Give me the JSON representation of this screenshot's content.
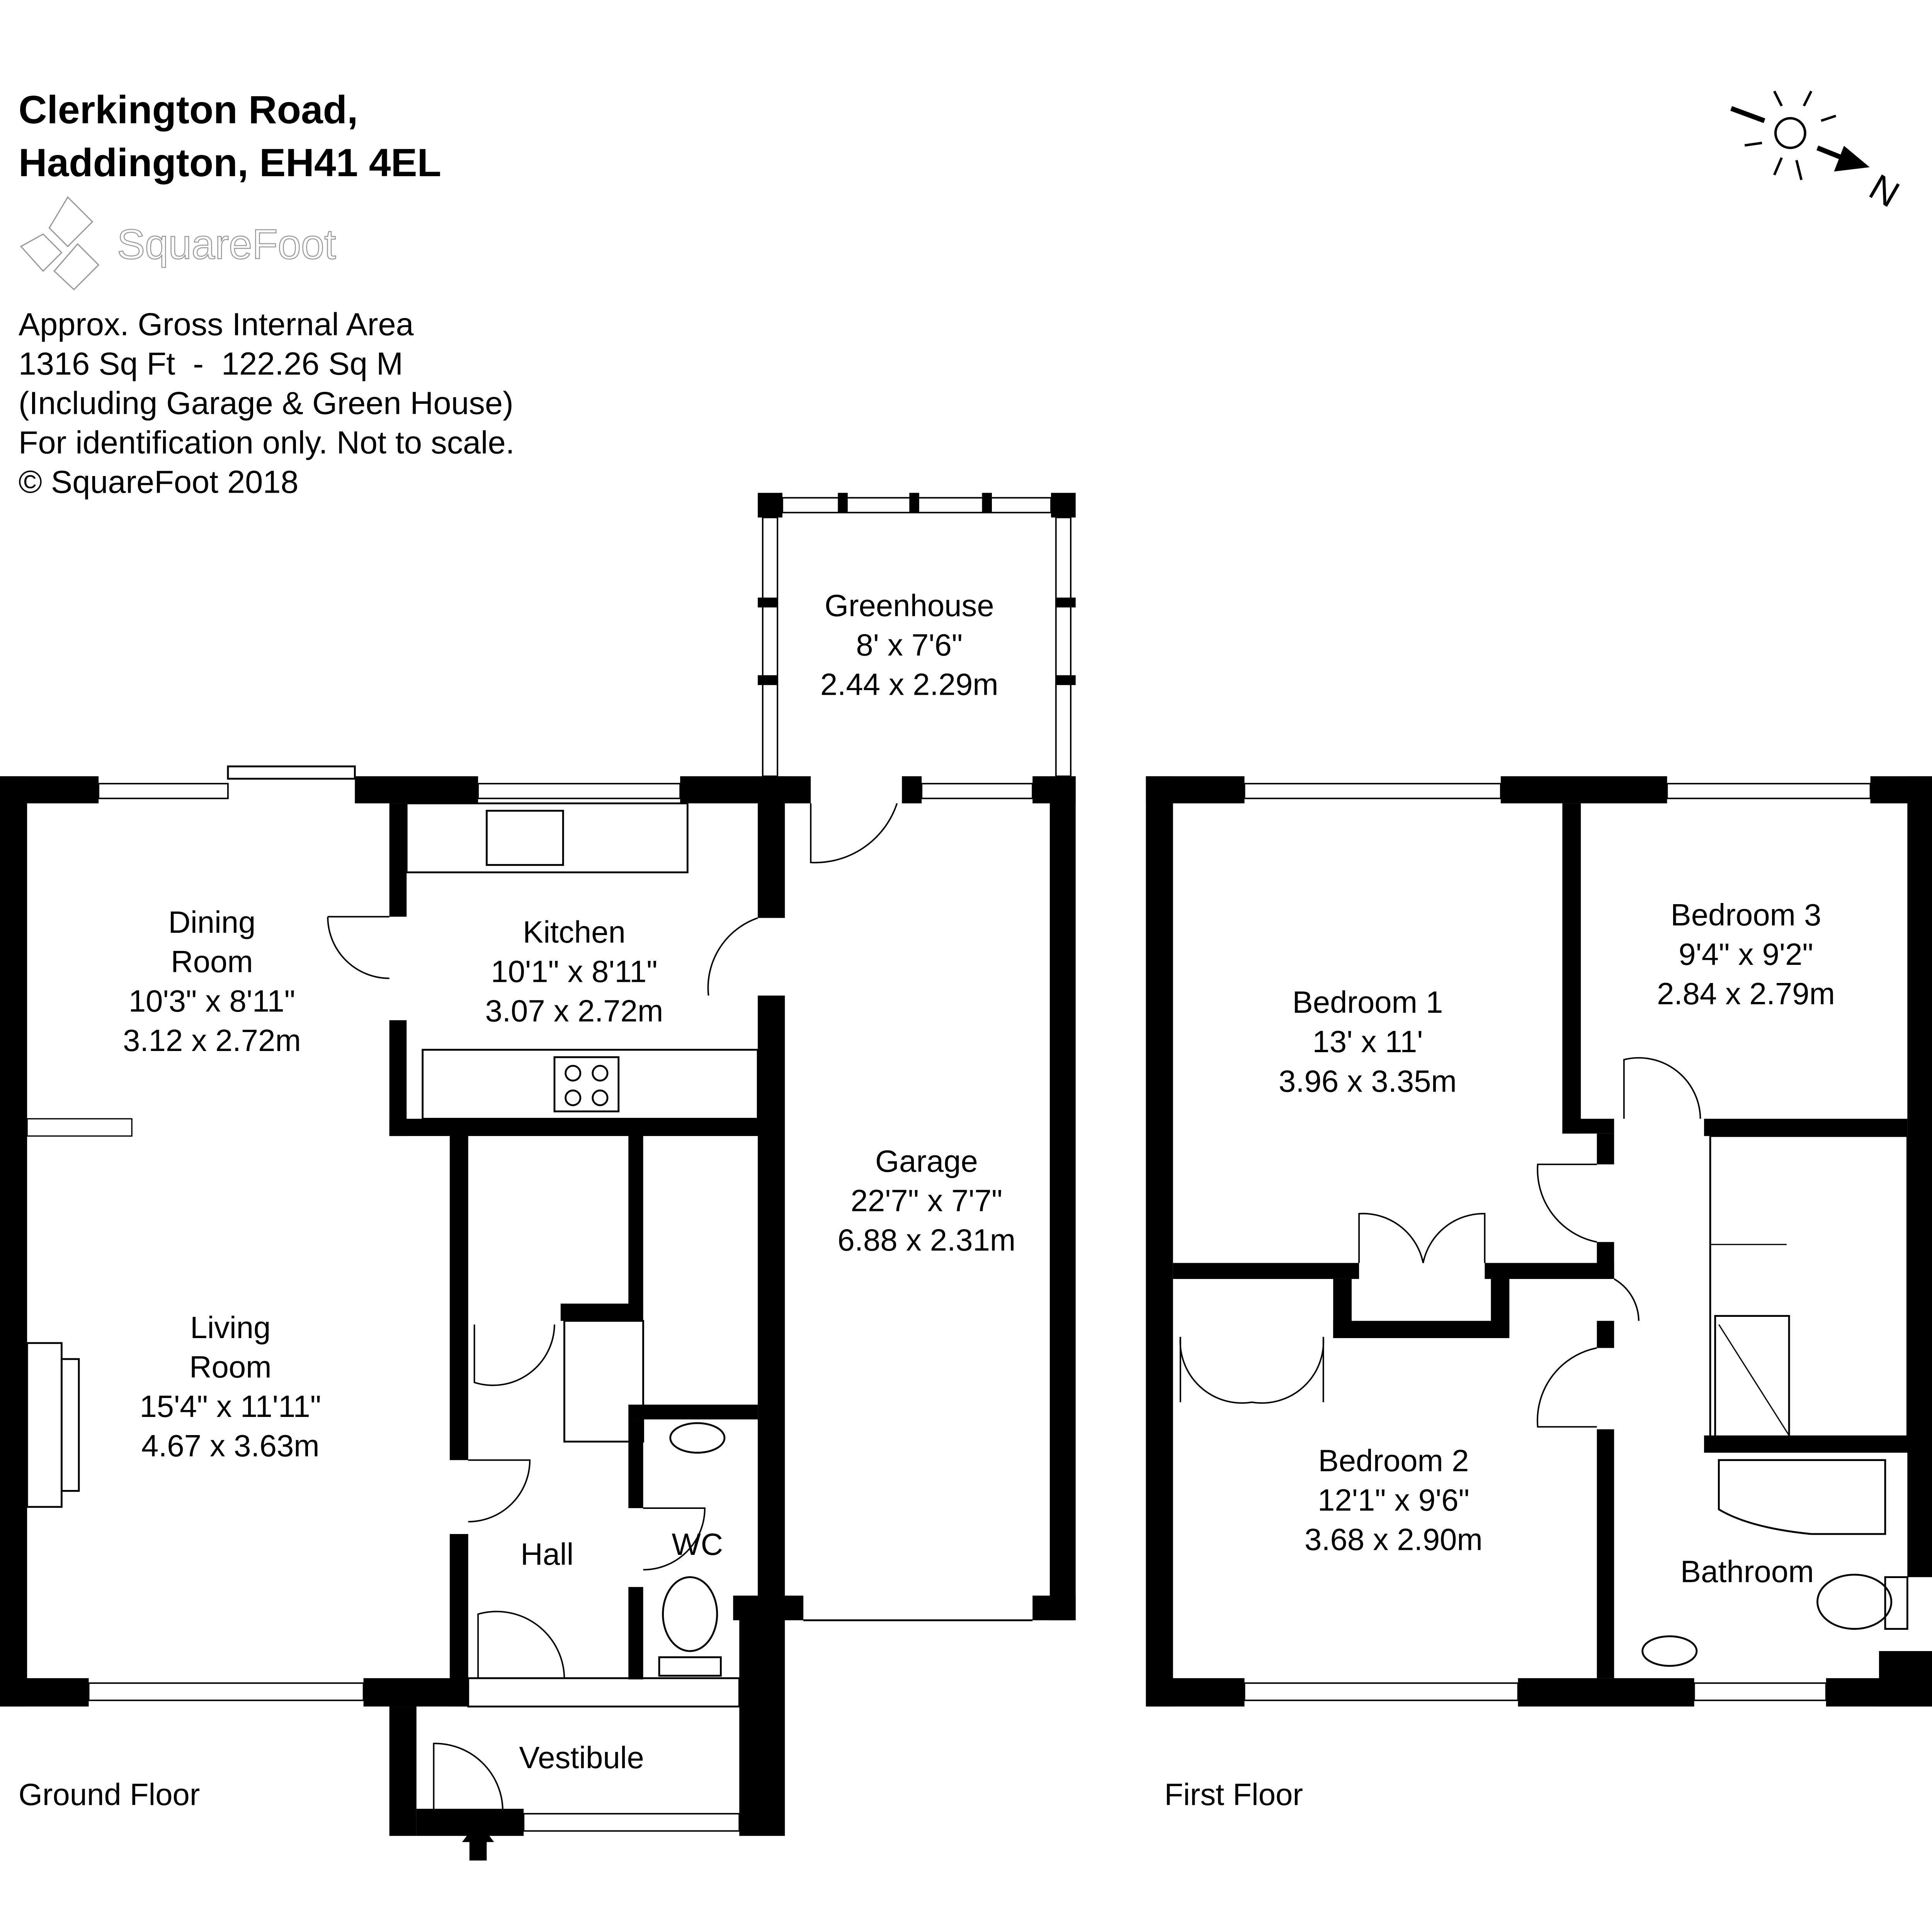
{
  "header": {
    "title_line1": "Clerkington Road,",
    "title_line2": "Haddington, EH41 4EL",
    "logo_text": "SquareFoot"
  },
  "info": {
    "line1": "Approx. Gross Internal Area",
    "line2": "1316 Sq Ft  -  122.26 Sq M",
    "line3": "(Including Garage & Green House)",
    "line4": "For identification only. Not to scale.",
    "line5": "© SquareFoot 2018"
  },
  "compass": {
    "label": "N",
    "icon": "sun-north-arrow-icon"
  },
  "ground_floor": {
    "label": "Ground Floor",
    "rooms": {
      "greenhouse": {
        "name": "Greenhouse",
        "imperial": "8' x 7'6\"",
        "metric": "2.44 x 2.29m"
      },
      "dining": {
        "name1": "Dining",
        "name2": "Room",
        "imperial": "10'3\" x 8'11\"",
        "metric": "3.12 x 2.72m"
      },
      "kitchen": {
        "name": "Kitchen",
        "imperial": "10'1\" x 8'11\"",
        "metric": "3.07 x 2.72m"
      },
      "garage": {
        "name": "Garage",
        "imperial": "22'7\" x 7'7\"",
        "metric": "6.88 x 2.31m"
      },
      "living": {
        "name1": "Living",
        "name2": "Room",
        "imperial": "15'4\" x 11'11\"",
        "metric": "4.67 x 3.63m"
      },
      "hall": {
        "name": "Hall"
      },
      "wc": {
        "name": "WC"
      },
      "vestibule": {
        "name": "Vestibule"
      }
    }
  },
  "first_floor": {
    "label": "First Floor",
    "rooms": {
      "bedroom1": {
        "name": "Bedroom 1",
        "imperial": "13' x 11'",
        "metric": "3.96 x 3.35m"
      },
      "bedroom3": {
        "name": "Bedroom 3",
        "imperial": "9'4\" x 9'2\"",
        "metric": "2.84 x 2.79m"
      },
      "bedroom2": {
        "name": "Bedroom 2",
        "imperial": "12'1\" x 9'6\"",
        "metric": "3.68 x 2.90m"
      },
      "bathroom": {
        "name": "Bathroom"
      }
    }
  }
}
